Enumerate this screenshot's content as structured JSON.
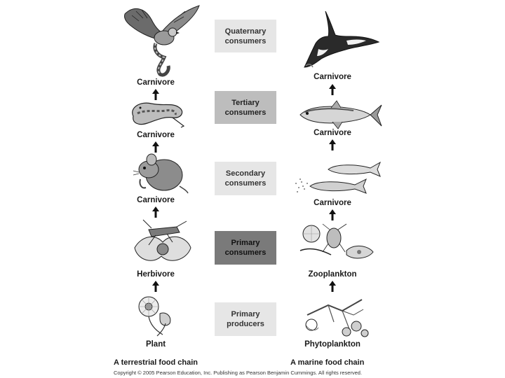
{
  "levels": [
    {
      "line1": "Quaternary",
      "line2": "consumers",
      "bg": "#e6e6e6",
      "fg": "#333333"
    },
    {
      "line1": "Tertiary",
      "line2": "consumers",
      "bg": "#bdbdbd",
      "fg": "#222222"
    },
    {
      "line1": "Secondary",
      "line2": "consumers",
      "bg": "#e6e6e6",
      "fg": "#333333"
    },
    {
      "line1": "Primary",
      "line2": "consumers",
      "bg": "#7a7a7a",
      "fg": "#111111"
    },
    {
      "line1": "Primary",
      "line2": "producers",
      "bg": "#e6e6e6",
      "fg": "#333333"
    }
  ],
  "terrestrial": {
    "labels": [
      "Carnivore",
      "Carnivore",
      "Carnivore",
      "Herbivore",
      "Plant"
    ],
    "caption": "A terrestrial food chain"
  },
  "marine": {
    "labels": [
      "Carnivore",
      "Carnivore",
      "Carnivore",
      "Zooplankton",
      "Phytoplankton"
    ],
    "caption": "A marine food chain"
  },
  "copyright": "Copyright © 2005 Pearson Education, Inc. Publishing as Pearson Benjamin Cummings. All rights reserved."
}
